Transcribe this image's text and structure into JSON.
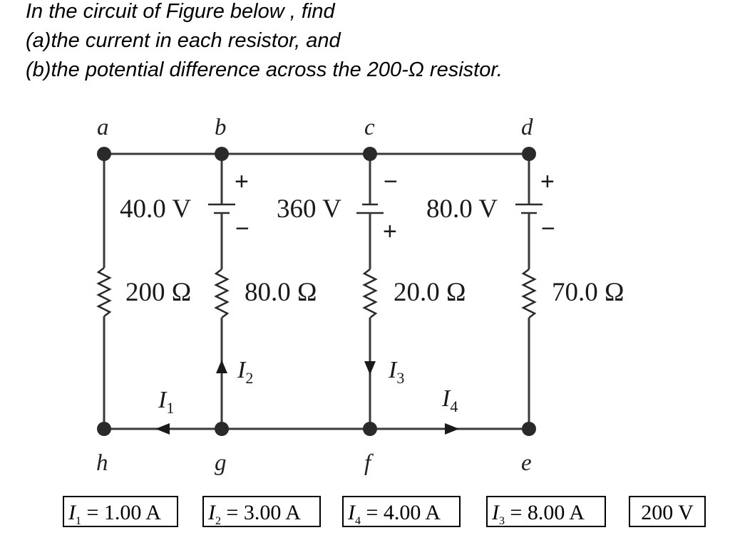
{
  "problem": {
    "line1": "In the circuit of Figure below , find",
    "line2": "(a)the current in each resistor, and",
    "line3": "(b)the potential difference across the 200-Ω resistor."
  },
  "nodes": {
    "a": "a",
    "b": "b",
    "c": "c",
    "d": "d",
    "e": "e",
    "f": "f",
    "g": "g",
    "h": "h"
  },
  "batteries": {
    "b": "40.0 V",
    "c": "360 V",
    "d": "80.0 V"
  },
  "resistors": {
    "a": "200 Ω",
    "b": "80.0 Ω",
    "c": "20.0 Ω",
    "d": "70.0 Ω"
  },
  "polarity": {
    "plus": "+",
    "minus": "−"
  },
  "currents": {
    "symbol": "I",
    "i1": "1",
    "i2": "2",
    "i3": "3",
    "i4": "4"
  },
  "answers": [
    {
      "var": "I",
      "sub": "1",
      "rest": " = 1.00 A"
    },
    {
      "var": "I",
      "sub": "2",
      "rest": " = 3.00 A"
    },
    {
      "var": "I",
      "sub": "4",
      "rest": " = 4.00 A"
    },
    {
      "var": "I",
      "sub": "3",
      "rest": " = 8.00 A"
    },
    {
      "text": "200 V"
    }
  ]
}
